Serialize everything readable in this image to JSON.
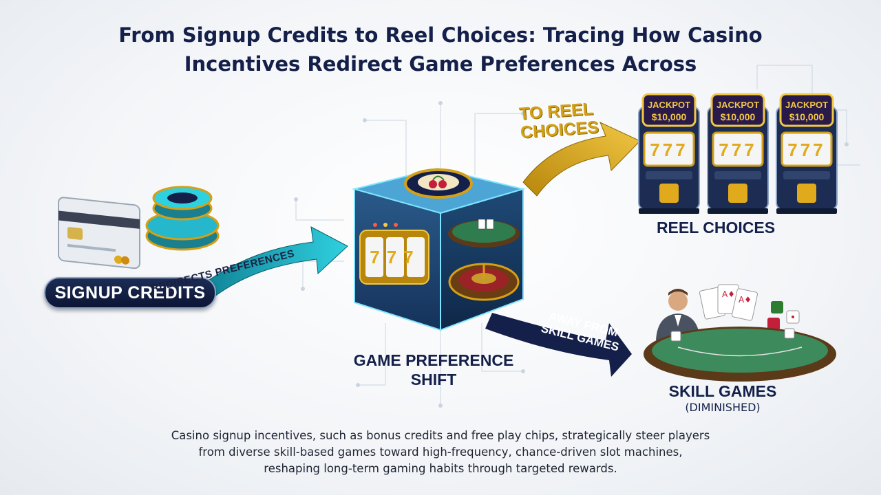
{
  "title": {
    "line1": "From Signup Credits to Reel Choices: Tracing How Casino",
    "line2": "Incentives Redirect Game Preferences Across"
  },
  "nodes": {
    "signup": {
      "label": "SIGNUP CREDITS"
    },
    "shift": {
      "line1": "GAME PREFERENCE",
      "line2": "SHIFT"
    },
    "reel": {
      "label": "REEL CHOICES"
    },
    "skill": {
      "label": "SKILL GAMES",
      "sublabel": "(DIMINISHED)"
    }
  },
  "arrows": {
    "redirect": {
      "label": "REDIRECTS PREFERENCES",
      "color": "#22b8cc"
    },
    "to_reel": {
      "line1": "TO REEL",
      "line2": "CHOICES",
      "color": "#e0aa1c"
    },
    "away": {
      "line1": "AWAY FROM",
      "line2": "SKILL GAMES",
      "color": "#14204a"
    }
  },
  "slot_machines": [
    {
      "sign1": "JACKPOT",
      "sign2": "$10,000",
      "reels": "777"
    },
    {
      "sign1": "JACKPOT",
      "sign2": "$10,000",
      "reels": "777"
    },
    {
      "sign1": "JACKPOT",
      "sign2": "$10,000",
      "reels": "777"
    }
  ],
  "cube": {
    "slot_reels": "777"
  },
  "caption": {
    "line1": "Casino signup incentives, such as bonus credits and free play chips, strategically steer players",
    "line2": "from diverse skill-based games toward high-frequency, chance-driven slot machines,",
    "line3": "reshaping long-term gaming habits through targeted rewards."
  },
  "colors": {
    "navy": "#14204a",
    "teal": "#22b8cc",
    "gold": "#e0aa1c",
    "felt": "#3d8a5c"
  }
}
